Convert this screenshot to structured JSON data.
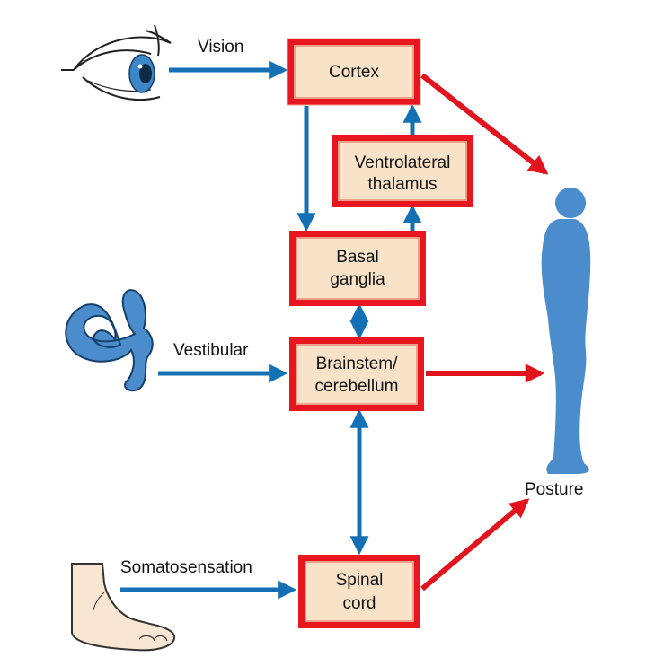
{
  "colors": {
    "box_fill": "#f8e2c8",
    "box_border_dark": "#e8161f",
    "box_border_light": "#efa08a",
    "sensory_arrow": "#1470b4",
    "motor_arrow": "#e1131d",
    "body_blue": "#4a8ccc",
    "skin": "#f8e6d2"
  },
  "boxes": {
    "cortex": [
      "Cortex"
    ],
    "thalamus": [
      "Ventrolateral",
      "thalamus"
    ],
    "basal": [
      "Basal",
      "ganglia"
    ],
    "brainstem": [
      "Brainstem/",
      "cerebellum"
    ],
    "spinal": [
      "Spinal",
      "cord"
    ]
  },
  "inputs": {
    "vision": "Vision",
    "vestibular": "Vestibular",
    "somatosensation": "Somatosensation"
  },
  "output": {
    "posture": "Posture"
  },
  "icons": [
    "eye-icon",
    "inner-ear-icon",
    "foot-icon",
    "human-figure-icon"
  ]
}
